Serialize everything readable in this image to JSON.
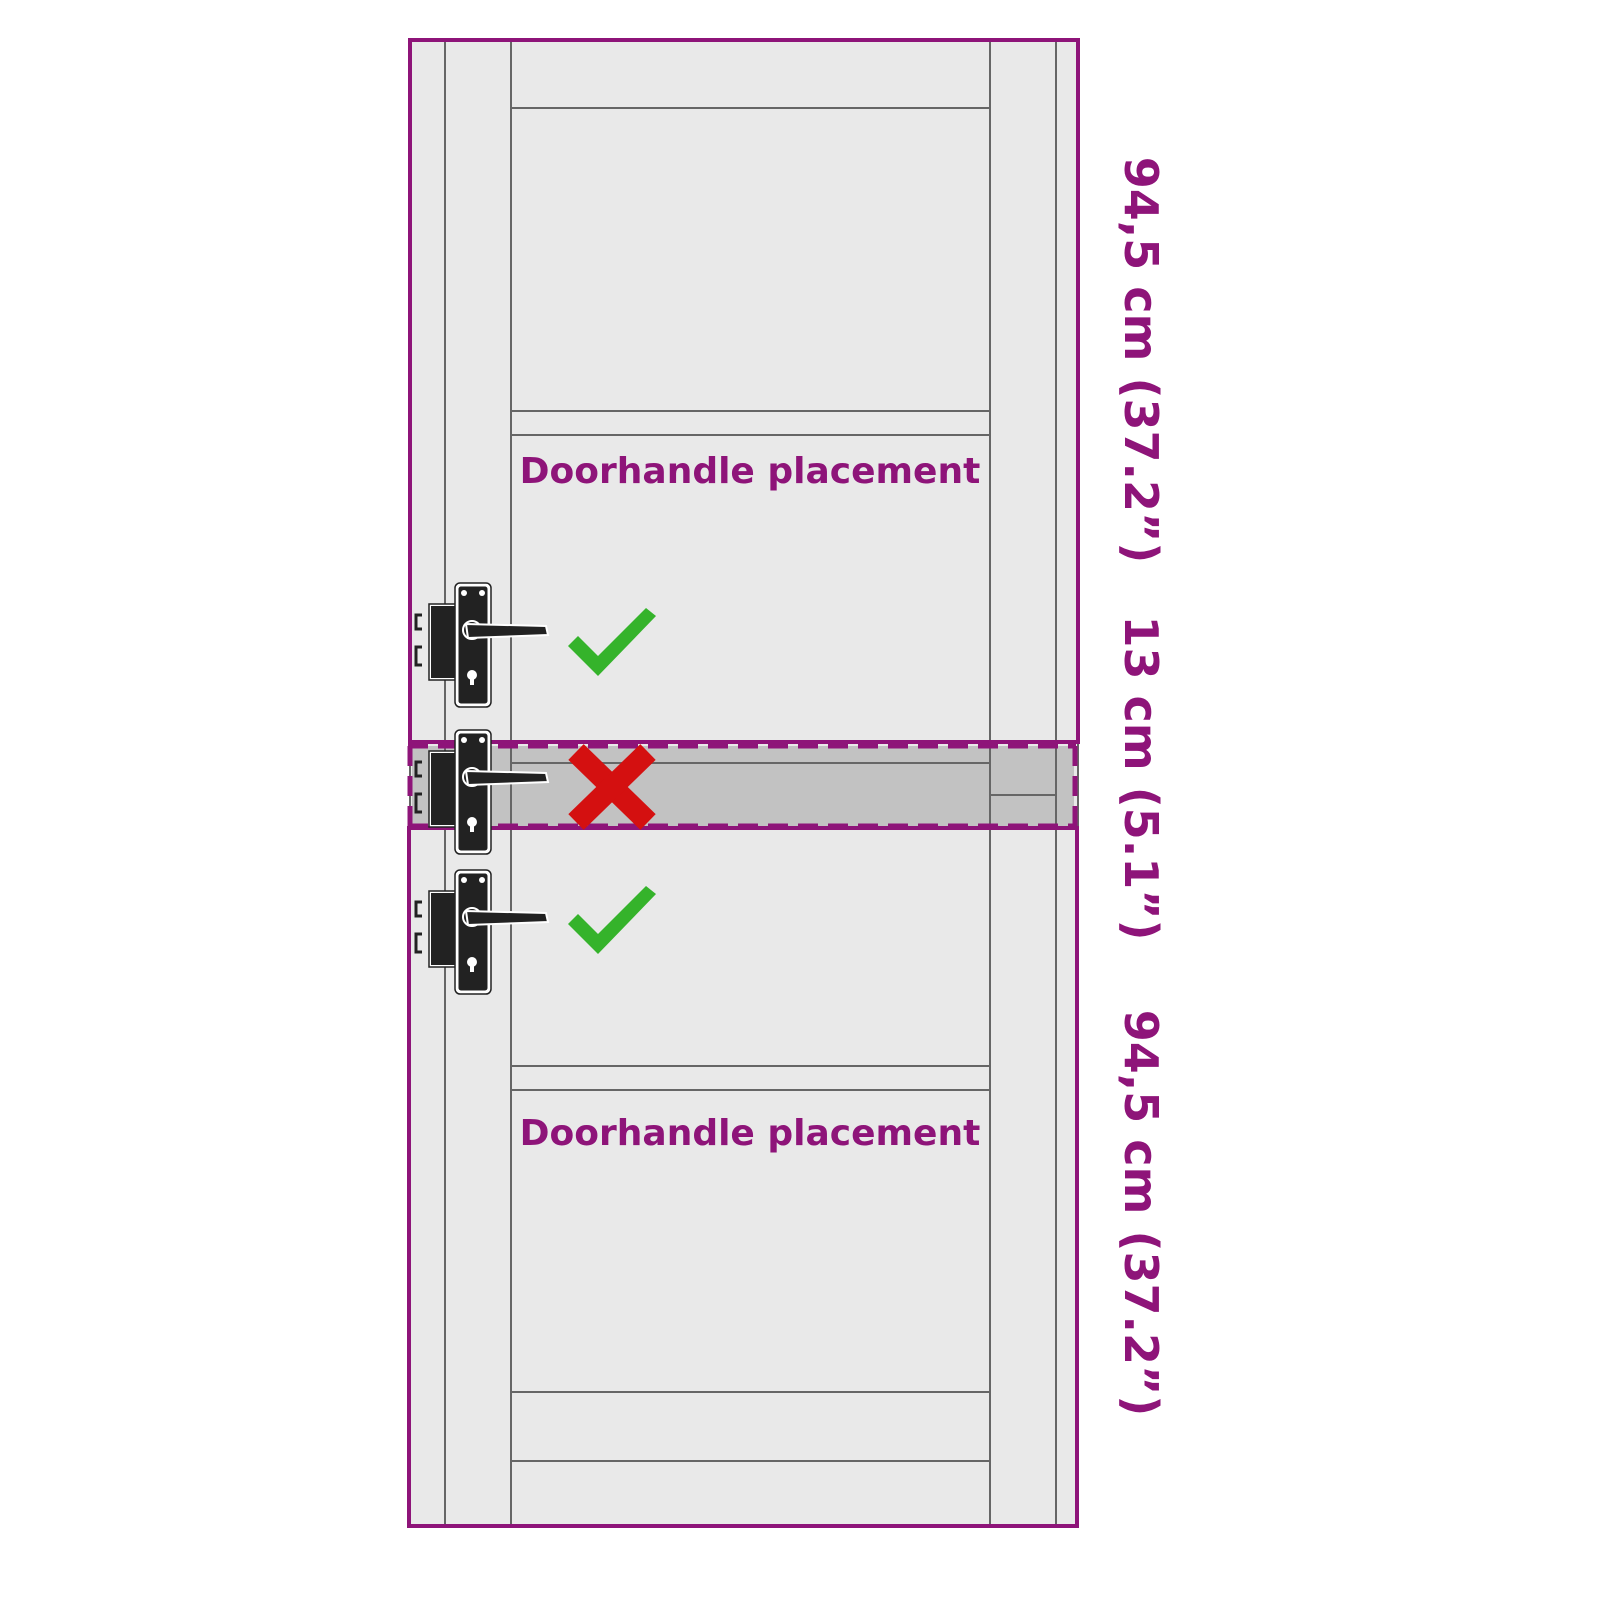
{
  "labels": {
    "zone_top": "Doorhandle placement",
    "zone_bottom": "Doorhandle placement",
    "dim_top": "94,5 cm (37.2”)",
    "dim_middle": "13 cm (5.1”)",
    "dim_bottom": "94,5 cm (37.2”)"
  },
  "markers": [
    {
      "position": "top",
      "icon": "check-icon",
      "status": "allowed"
    },
    {
      "position": "middle",
      "icon": "cross-icon",
      "status": "not-allowed"
    },
    {
      "position": "bottom",
      "icon": "check-icon",
      "status": "allowed"
    }
  ],
  "colors": {
    "accent": "#8e1479",
    "ok": "#35b32b",
    "bad": "#d41010",
    "door": "#e9e9e9",
    "forbidden_band": "#c2c2c2"
  }
}
